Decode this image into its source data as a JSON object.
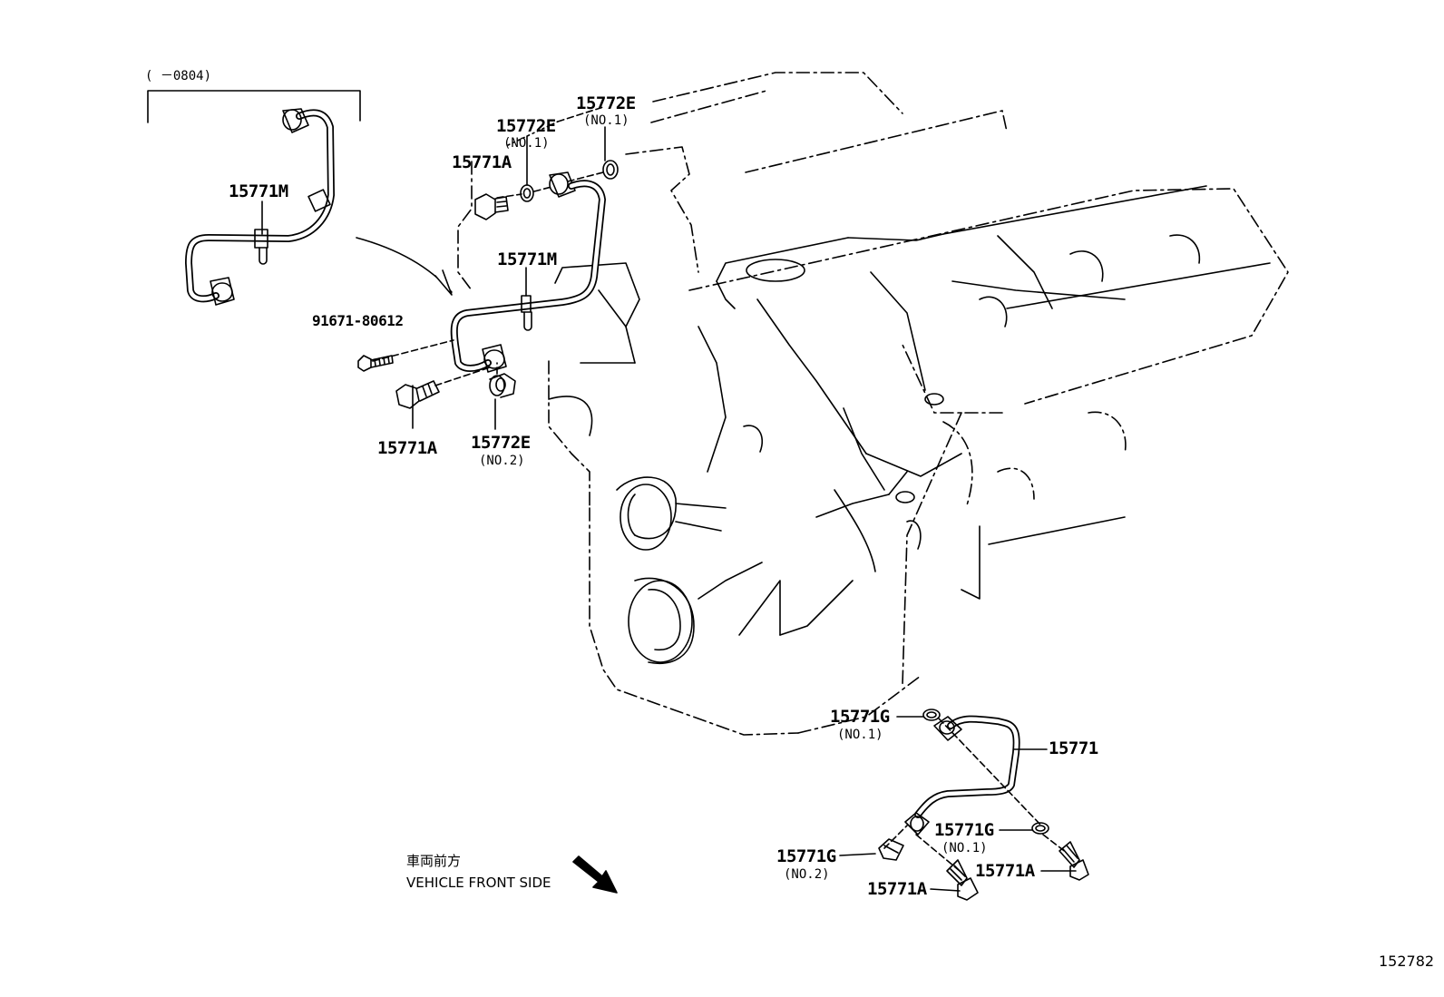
{
  "diagram": {
    "date_range": "(      －0804)",
    "labels": {
      "p15771M_inset": "15771M",
      "p15771A_top": "15771A",
      "p15772E_a": "15772E",
      "p15772E_a_note": "(NO.1)",
      "p15772E_b": "15772E",
      "p15772E_b_note": "(NO.1)",
      "p15771M_main": "15771M",
      "p91671": "91671-80612",
      "p15771A_left": "15771A",
      "p15772E_c": "15772E",
      "p15772E_c_note": "(NO.2)",
      "p15771G_a": "15771G",
      "p15771G_a_note": "(NO.1)",
      "p15771": "15771",
      "p15771G_b": "15771G",
      "p15771G_b_note": "(NO.1)",
      "p15771G_c": "15771G",
      "p15771G_c_note": "(NO.2)",
      "p15771A_right": "15771A",
      "p15771A_bottom": "15771A"
    },
    "front_side": {
      "japanese": "車両前方",
      "english": "VEHICLE FRONT SIDE"
    },
    "figure_number": "152782"
  }
}
